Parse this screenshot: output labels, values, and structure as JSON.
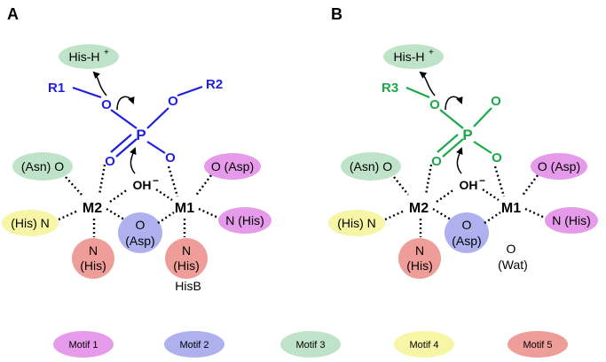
{
  "panel_a": {
    "letter": "A",
    "his_h": "His-H",
    "plus": "+",
    "r1": "R1",
    "r2": "R2",
    "o_left": "O",
    "o_right": "O",
    "p": "P",
    "o_double": "O",
    "o_bottom": "O",
    "hydroxide": "OH",
    "minus": "−",
    "m2": "M2",
    "m1": "M1",
    "asn_o": "(Asn) O",
    "asp_o_top": "O (Asp)",
    "his_n_left": "(His) N",
    "asp_bridge_o": "O",
    "asp_bridge_res": "(Asp)",
    "n_his_right": "N (His)",
    "his_m2_n": "N",
    "his_m2_res": "(His)",
    "his_m1_n": "N",
    "his_m1_res": "(His)",
    "hisb": "HisB"
  },
  "panel_b": {
    "letter": "B",
    "his_h": "His-H",
    "plus": "+",
    "r3": "R3",
    "o_left": "O",
    "o_right": "O",
    "p": "P",
    "o_double": "O",
    "o_bottom": "O",
    "hydroxide": "OH",
    "minus": "−",
    "m2": "M2",
    "m1": "M1",
    "asn_o": "(Asn) O",
    "asp_o_top": "O (Asp)",
    "his_n_left": "(His) N",
    "asp_bridge_o": "O",
    "asp_bridge_res": "(Asp)",
    "n_his_right": "N (His)",
    "his_m2_n": "N",
    "his_m2_res": "(His)",
    "wat_o": "O",
    "wat_res": "(Wat)"
  },
  "legend": [
    "Motif 1",
    "Motif 2",
    "Motif 3",
    "Motif 4",
    "Motif 5"
  ],
  "colors": {
    "motif1": "#e59be9",
    "motif2": "#aeb1ee",
    "motif3": "#bfe3c9",
    "motif4": "#f7f6a6",
    "motif5": "#ee9d99",
    "panel_a_substrate": "#1f1fe0",
    "panel_b_substrate": "#1aa84a"
  }
}
